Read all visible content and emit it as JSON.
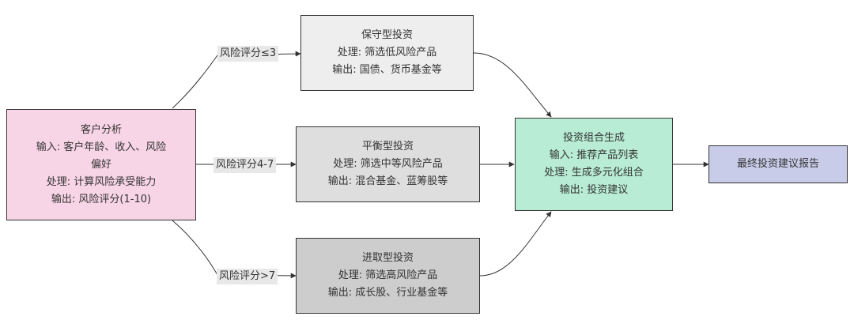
{
  "colors": {
    "customer_fill": "#f8d5e6",
    "conservative_fill": "#eeeeee",
    "balanced_fill": "#dedede",
    "aggressive_fill": "#cdcdcd",
    "portfolio_fill": "#b8ecd5",
    "report_fill": "#c8cce8",
    "edge": "#333333",
    "label_bg": "#e8e8e8"
  },
  "nodes": {
    "customer": {
      "title": "客户分析",
      "input": "输入: 客户年龄、收入、风险偏好",
      "process": "处理: 计算风险承受能力",
      "output": "输出: 风险评分(1-10)"
    },
    "conservative": {
      "title": "保守型投资",
      "process": "处理: 筛选低风险产品",
      "output": "输出: 国债、货币基金等"
    },
    "balanced": {
      "title": "平衡型投资",
      "process": "处理: 筛选中等风险产品",
      "output": "输出: 混合基金、蓝筹股等"
    },
    "aggressive": {
      "title": "进取型投资",
      "process": "处理: 筛选高风险产品",
      "output": "输出: 成长股、行业基金等"
    },
    "portfolio": {
      "title": "投资组合生成",
      "input": "输入: 推荐产品列表",
      "process": "处理: 生成多元化组合",
      "output": "输出: 投资建议"
    },
    "report": {
      "title": "最终投资建议报告"
    }
  },
  "edges": {
    "low": "风险评分≤3",
    "mid": "风险评分4-7",
    "high": "风险评分>7"
  }
}
